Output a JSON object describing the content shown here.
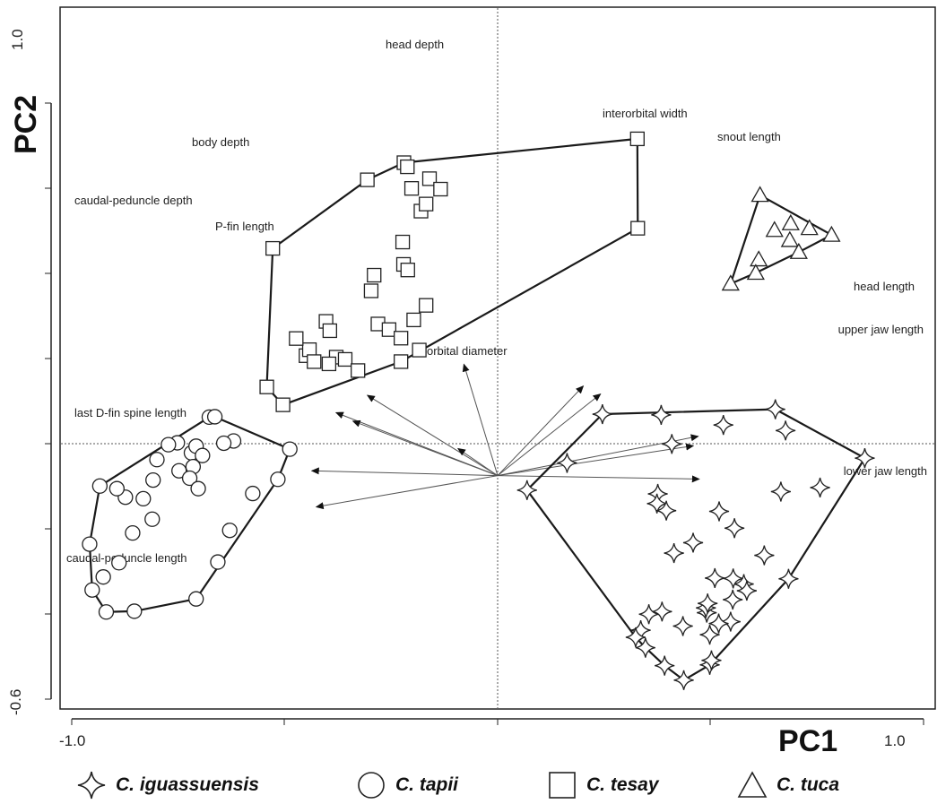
{
  "chart_data": {
    "type": "scatter",
    "xlabel": "PC1",
    "ylabel": "PC2",
    "x_ticks": [
      "-1.0",
      "1.0"
    ],
    "y_ticks": [
      "-0.6",
      "1.0"
    ],
    "xlim": [
      -1.0,
      1.0
    ],
    "ylim": [
      -0.6,
      1.0
    ],
    "grid": false,
    "reference_lines": "dotted lines at x=0 and y=0",
    "legend_position": "bottom",
    "series": [
      {
        "name": "C. iguassuensis",
        "marker": "star4",
        "points": [
          [
            0.163,
            0.034
          ],
          [
            0.246,
            0.165
          ],
          [
            0.384,
            0.163
          ],
          [
            0.652,
            0.178
          ],
          [
            0.069,
            -0.039
          ],
          [
            0.409,
            0.085
          ],
          [
            0.53,
            0.136
          ],
          [
            0.676,
            0.121
          ],
          [
            0.757,
            -0.032
          ],
          [
            0.862,
            0.047
          ],
          [
            0.665,
            -0.043
          ],
          [
            0.376,
            -0.049
          ],
          [
            0.374,
            -0.075
          ],
          [
            0.396,
            -0.094
          ],
          [
            0.52,
            -0.096
          ],
          [
            0.556,
            -0.141
          ],
          [
            0.626,
            -0.214
          ],
          [
            0.683,
            -0.277
          ],
          [
            0.578,
            -0.291
          ],
          [
            0.585,
            -0.309
          ],
          [
            0.552,
            -0.333
          ],
          [
            0.386,
            -0.365
          ],
          [
            0.355,
            -0.372
          ],
          [
            0.336,
            -0.415
          ],
          [
            0.324,
            -0.434
          ],
          [
            0.347,
            -0.462
          ],
          [
            0.392,
            -0.51
          ],
          [
            0.437,
            -0.549
          ],
          [
            0.498,
            -0.508
          ],
          [
            0.502,
            -0.496
          ],
          [
            0.498,
            -0.427
          ],
          [
            0.547,
            -0.392
          ],
          [
            0.435,
            -0.404
          ],
          [
            0.519,
            -0.397
          ],
          [
            0.491,
            -0.368
          ],
          [
            0.489,
            -0.355
          ],
          [
            0.493,
            -0.343
          ],
          [
            0.553,
            -0.276
          ],
          [
            0.51,
            -0.275
          ],
          [
            0.414,
            -0.208
          ],
          [
            0.459,
            -0.18
          ]
        ]
      },
      {
        "name": "C. tapii",
        "marker": "circle",
        "points": [
          [
            -0.677,
            0.157
          ],
          [
            -0.664,
            0.158
          ],
          [
            -0.752,
            0.088
          ],
          [
            -0.488,
            0.071
          ],
          [
            -0.62,
            0.093
          ],
          [
            -0.8,
            0.043
          ],
          [
            -0.719,
            0.061
          ],
          [
            -0.773,
            0.083
          ],
          [
            -0.708,
            0.079
          ],
          [
            -0.643,
            0.087
          ],
          [
            -0.693,
            0.054
          ],
          [
            -0.715,
            0.024
          ],
          [
            -0.748,
            0.013
          ],
          [
            -0.723,
            -0.007
          ],
          [
            -0.809,
            -0.012
          ],
          [
            -0.703,
            -0.035
          ],
          [
            -0.832,
            -0.062
          ],
          [
            -0.874,
            -0.058
          ],
          [
            -0.894,
            -0.035
          ],
          [
            -0.934,
            -0.028
          ],
          [
            -0.811,
            -0.117
          ],
          [
            -0.857,
            -0.154
          ],
          [
            -0.889,
            -0.234
          ],
          [
            -0.958,
            -0.184
          ],
          [
            -0.926,
            -0.272
          ],
          [
            -0.952,
            -0.307
          ],
          [
            -0.919,
            -0.366
          ],
          [
            -0.853,
            -0.364
          ],
          [
            -0.708,
            -0.331
          ],
          [
            -0.657,
            -0.232
          ],
          [
            -0.629,
            -0.147
          ],
          [
            -0.575,
            -0.048
          ],
          [
            -0.516,
            -0.01
          ]
        ]
      },
      {
        "name": "C. tesay",
        "marker": "square",
        "points": [
          [
            -0.528,
            0.61
          ],
          [
            -0.542,
            0.238
          ],
          [
            -0.504,
            0.19
          ],
          [
            -0.45,
            0.322
          ],
          [
            -0.442,
            0.338
          ],
          [
            -0.431,
            0.306
          ],
          [
            -0.379,
            0.318
          ],
          [
            -0.396,
            0.3
          ],
          [
            -0.358,
            0.312
          ],
          [
            -0.328,
            0.282
          ],
          [
            -0.473,
            0.368
          ],
          [
            -0.403,
            0.414
          ],
          [
            -0.394,
            0.389
          ],
          [
            -0.281,
            0.407
          ],
          [
            -0.255,
            0.392
          ],
          [
            -0.227,
            0.306
          ],
          [
            -0.184,
            0.337
          ],
          [
            -0.227,
            0.369
          ],
          [
            -0.197,
            0.418
          ],
          [
            -0.168,
            0.457
          ],
          [
            -0.29,
            0.538
          ],
          [
            -0.221,
            0.567
          ],
          [
            -0.211,
            0.552
          ],
          [
            -0.297,
            0.496
          ],
          [
            -0.223,
            0.627
          ],
          [
            -0.18,
            0.71
          ],
          [
            -0.306,
            0.794
          ],
          [
            -0.22,
            0.84
          ],
          [
            -0.212,
            0.829
          ],
          [
            -0.16,
            0.797
          ],
          [
            -0.202,
            0.771
          ],
          [
            -0.168,
            0.729
          ],
          [
            -0.134,
            0.769
          ],
          [
            0.328,
            0.904
          ],
          [
            0.329,
            0.664
          ]
        ]
      },
      {
        "name": "C. tuca",
        "marker": "triangle",
        "points": [
          [
            0.616,
            0.753
          ],
          [
            0.686,
            0.632
          ],
          [
            0.65,
            0.659
          ],
          [
            0.688,
            0.677
          ],
          [
            0.732,
            0.664
          ],
          [
            0.784,
            0.646
          ],
          [
            0.613,
            0.58
          ],
          [
            0.707,
            0.6
          ],
          [
            0.606,
            0.544
          ],
          [
            0.547,
            0.515
          ]
        ]
      }
    ],
    "loadings": [
      {
        "label": "head depth",
        "x": -0.317,
        "y": 1.195
      },
      {
        "label": "interorbital width",
        "x": 0.804,
        "y": 0.961
      },
      {
        "label": "snout length",
        "x": 0.966,
        "y": 0.876
      },
      {
        "label": "body depth",
        "x": -1.223,
        "y": 0.862
      },
      {
        "label": "caudal-peduncle depth",
        "x": -1.517,
        "y": 0.676
      },
      {
        "label": "P-fin length",
        "x": -1.359,
        "y": 0.585
      },
      {
        "label": "head length",
        "x": 1.883,
        "y": 0.422
      },
      {
        "label": "upper jaw length",
        "x": 1.837,
        "y": 0.32
      },
      {
        "label": "orbital diameter",
        "x": -0.372,
        "y": 0.29
      },
      {
        "label": "last D-fin spine length",
        "x": -1.745,
        "y": 0.052
      },
      {
        "label": "lower jaw length",
        "x": 1.893,
        "y": -0.037
      },
      {
        "label": "caudal-peduncle length",
        "x": -1.703,
        "y": -0.336
      }
    ]
  },
  "page": {
    "pc1_label": "PC1",
    "pc2_label": "PC2",
    "x_tick_left": "-1.0",
    "x_tick_right": "1.0",
    "y_tick_bottom": "-0.6",
    "y_tick_top": "1.0"
  },
  "legend": [
    {
      "label": "C. iguassuensis",
      "marker": "star-icon"
    },
    {
      "label": "C. tapii",
      "marker": "circle-icon"
    },
    {
      "label": "C. tesay",
      "marker": "square-icon"
    },
    {
      "label": "C. tuca",
      "marker": "triangle-icon"
    }
  ]
}
